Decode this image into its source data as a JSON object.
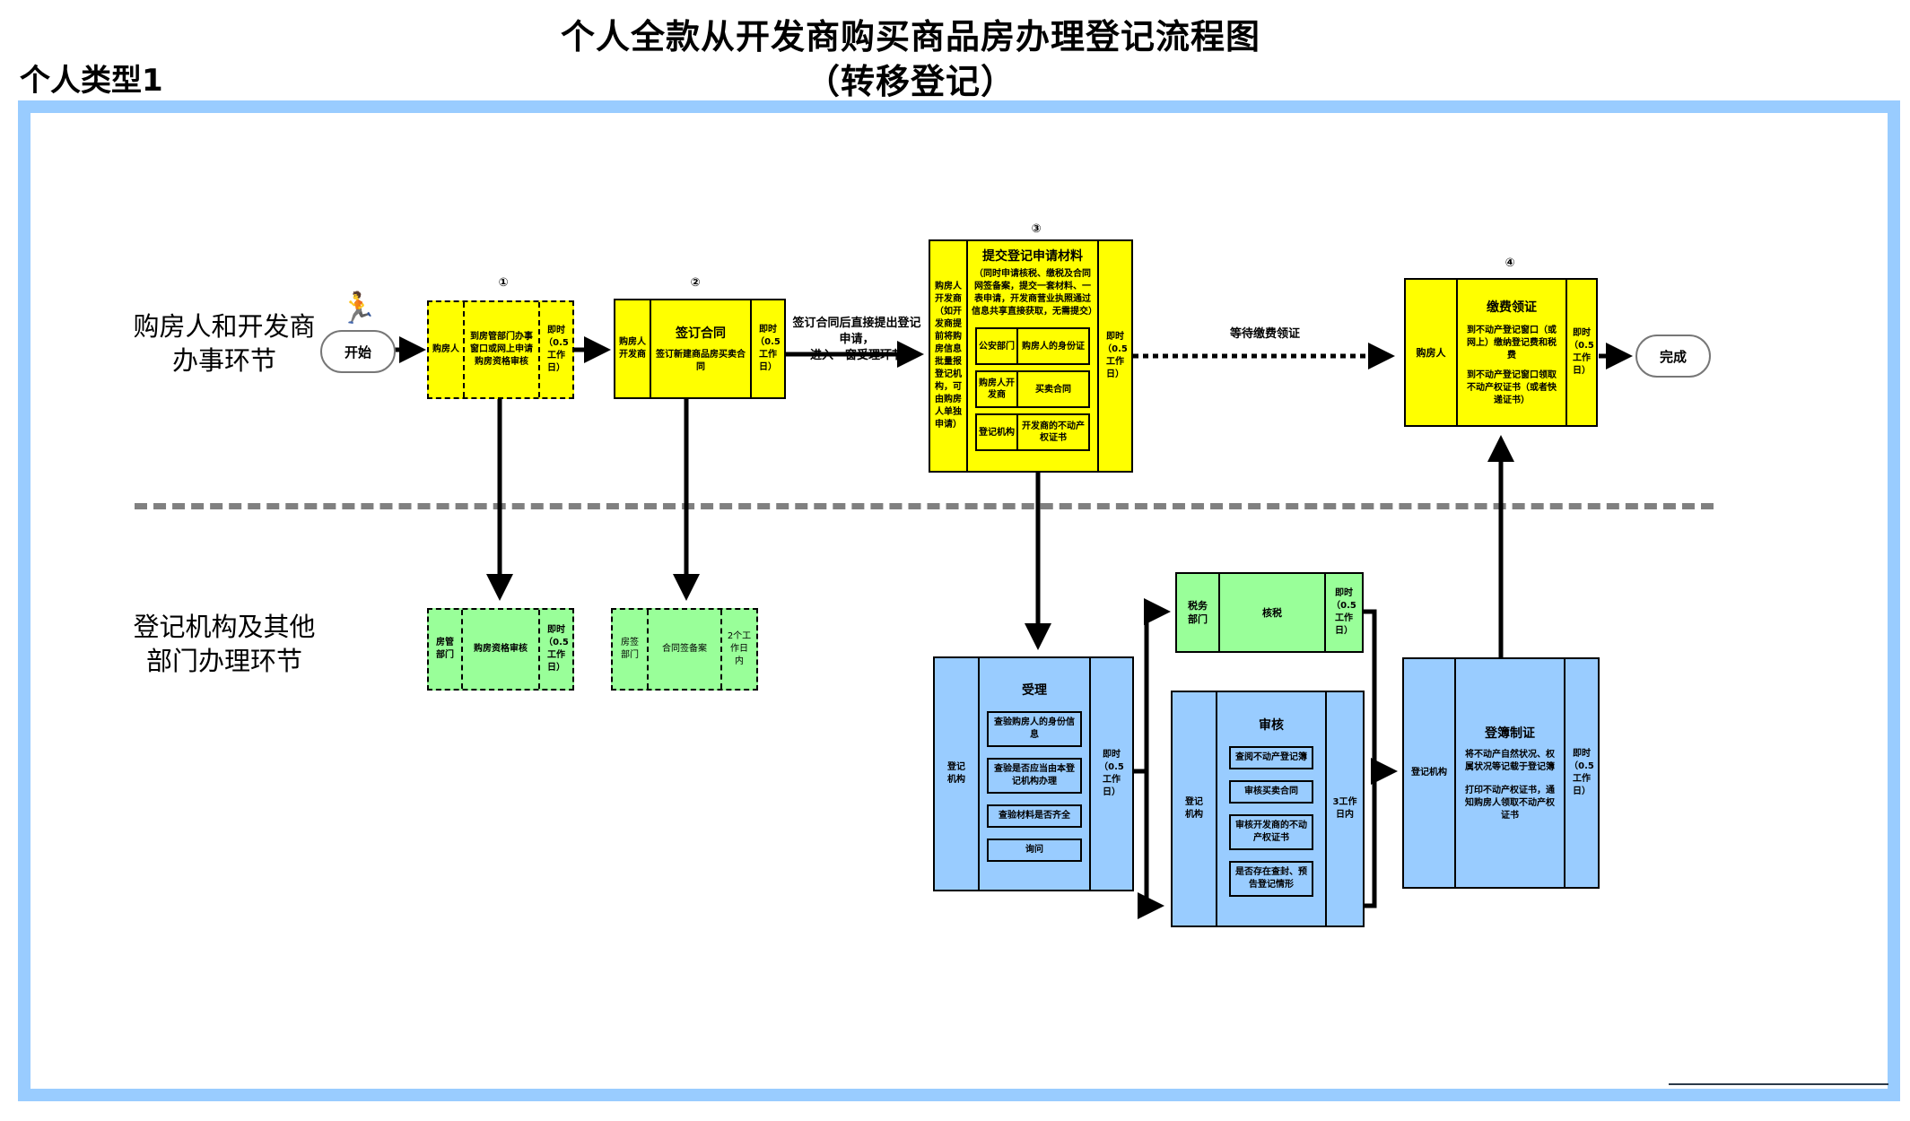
{
  "header": {
    "type_label": "个人类型1",
    "title_line1": "个人全款从开发商购买商品房办理登记流程图",
    "title_line2": "（转移登记）"
  },
  "lanes": {
    "top": "购房人和开发商办事环节",
    "bottom": "登记机构及其他部门办理环节"
  },
  "start": {
    "label": "开始",
    "icon": "runner-icon"
  },
  "end": {
    "label": "完成"
  },
  "steps": {
    "s1": {
      "number": "①",
      "actor": "购房人",
      "content": "到房管部门办事窗口或网上申请购房资格审核",
      "time": "即时（0.5工作日）"
    },
    "s2": {
      "number": "②",
      "actor": "购房人开发商",
      "title": "签订合同",
      "content": "签订新建商品房买卖合同",
      "time": "即时（0.5工作日）"
    },
    "s3": {
      "number": "③",
      "actor": "购房人开发商（如开发商提前将购房信息批量报登记机构，可由购房人单独申请）",
      "title": "提交登记申请材料",
      "note": "（同时申请核税、缴税及合同网签备案，提交一套材料、一表申请，开发商营业执照通过信息共享直接获取，无需提交）",
      "materials": [
        {
          "source": "公安部门",
          "item": "购房人的身份证"
        },
        {
          "source": "购房人开发商",
          "item": "买卖合同"
        },
        {
          "source": "登记机构",
          "item": "开发商的不动产权证书"
        }
      ],
      "time": "即时（0.5工作日）"
    },
    "s4": {
      "number": "④",
      "actor": "购房人",
      "title": "缴费领证",
      "content1": "到不动产登记窗口（或网上）缴纳登记费和税费",
      "content2": "到不动产登记窗口领取不动产权证书（或者快递证书）",
      "time": "即时（0.5工作日）"
    }
  },
  "agency_steps": {
    "qualification": {
      "actor": "房管部门",
      "content": "购房资格审核",
      "time": "即时（0.5工作日）"
    },
    "filing": {
      "actor": "房签部门",
      "content": "合同签备案",
      "time": "2个工作日内"
    },
    "accept": {
      "actor": "登记机构",
      "title": "受理",
      "items": [
        "查验购房人的身份信息",
        "查验是否应当由本登记机构办理",
        "查验材料是否齐全",
        "询问"
      ],
      "time": "即时（0.5工作日）"
    },
    "tax": {
      "actor": "税务部门",
      "content": "核税",
      "time": "即时（0.5工作日）"
    },
    "review": {
      "actor": "登记机构",
      "title": "审核",
      "items": [
        "查阅不动产登记簿",
        "审核买卖合同",
        "审核开发商的不动产权证书",
        "是否存在查封、预告登记情形"
      ],
      "time": "3工作日内"
    },
    "register": {
      "actor": "登记机构",
      "title": "登簿制证",
      "content1": "将不动产自然状况、权属状况等记载于登记簿",
      "content2": "打印不动产权证书，通知购房人领取不动产权证书",
      "time": "即时（0.5工作日）"
    }
  },
  "arrow_labels": {
    "after_contract_line1": "签订合同后直接提出登记申请，",
    "after_contract_line2": "进入一窗受理环节",
    "wait_payment": "等待缴费领证"
  },
  "colors": {
    "frame": "#99ccff",
    "applicant_box": "#ffff00",
    "other_dept_box": "#99ff99",
    "registry_box": "#99ccff",
    "divider": "#808080"
  }
}
